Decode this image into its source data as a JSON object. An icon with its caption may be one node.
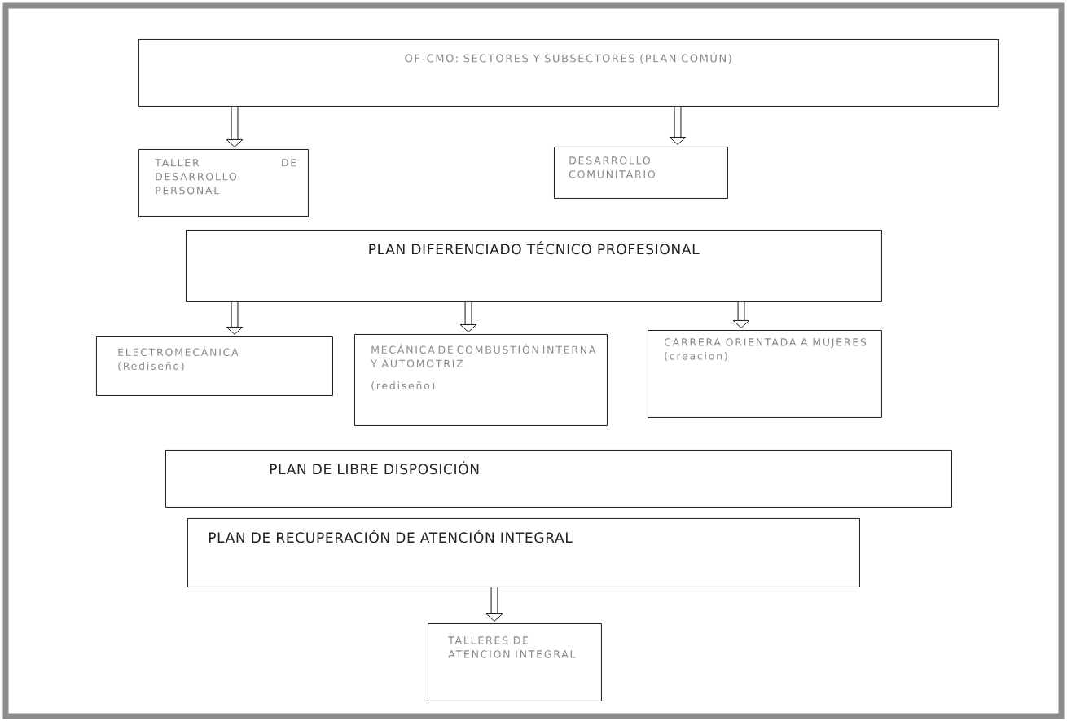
{
  "diagram": {
    "nodes": [
      {
        "text": [
          "OF-CMO: SECTORES Y SUBSECTORES (PLAN COMÚN)"
        ]
      },
      {
        "text": [
          "TALLER DE DESARROLLO PERSONAL"
        ]
      },
      {
        "text": [
          "DESARROLLO COMUNITARIO"
        ]
      },
      {
        "text": [
          "PLAN DIFERENCIADO TÉCNICO PROFESIONAL"
        ]
      },
      {
        "text": [
          "ELECTROMECÁNICA",
          "(Rediseño)"
        ]
      },
      {
        "text": [
          "MECÁNICA DE COMBUSTIÓN INTERNA Y AUTOMOTRIZ",
          "(rediseño)"
        ]
      },
      {
        "text": [
          "CARRERA ORIENTADA A MUJERES",
          "(creacion)"
        ]
      },
      {
        "text": [
          "PLAN DE LIBRE DISPOSICIÓN"
        ]
      },
      {
        "text": [
          "PLAN DE RECUPERACIÓN DE ATENCIÓN INTEGRAL"
        ]
      },
      {
        "text": [
          "TALLERES DE ATENCION INTEGRAL"
        ]
      }
    ],
    "edges": [
      {
        "from": 0,
        "to": 1,
        "arrow": "to"
      },
      {
        "from": 0,
        "to": 2,
        "arrow": "to"
      },
      {
        "from": 3,
        "to": 4,
        "arrow": "to"
      },
      {
        "from": 3,
        "to": 5,
        "arrow": "to"
      },
      {
        "from": 3,
        "to": 6,
        "arrow": "to"
      },
      {
        "from": 8,
        "to": 9,
        "arrow": "to"
      }
    ]
  }
}
